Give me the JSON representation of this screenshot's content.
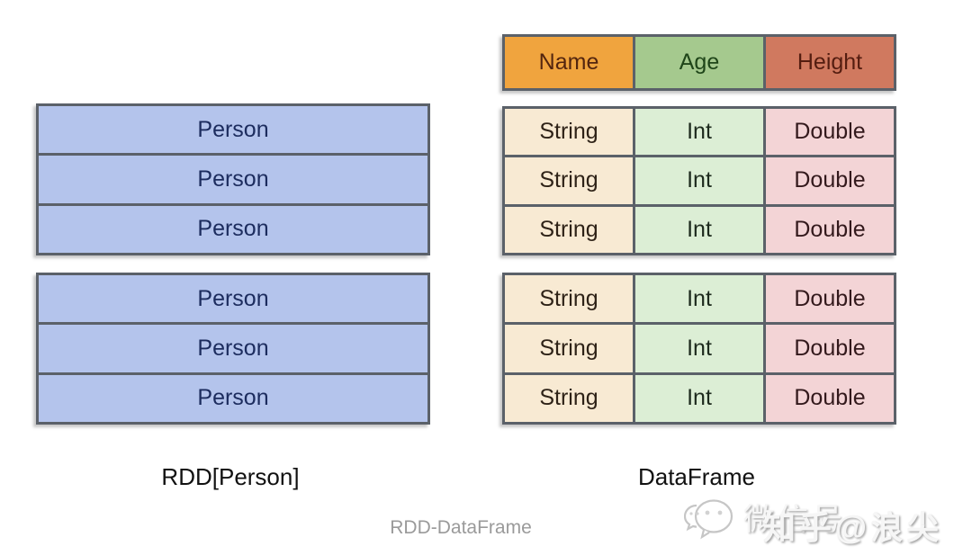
{
  "diagram": {
    "left_panel": {
      "label": "RDD[Person]",
      "groups": [
        {
          "rows": [
            "Person",
            "Person",
            "Person"
          ]
        },
        {
          "rows": [
            "Person",
            "Person",
            "Person"
          ]
        }
      ]
    },
    "right_panel": {
      "label": "DataFrame",
      "header": [
        "Name",
        "Age",
        "Height"
      ],
      "groups": [
        {
          "rows": [
            [
              "String",
              "Int",
              "Double"
            ],
            [
              "String",
              "Int",
              "Double"
            ],
            [
              "String",
              "Int",
              "Double"
            ]
          ]
        },
        {
          "rows": [
            [
              "String",
              "Int",
              "Double"
            ],
            [
              "String",
              "Int",
              "Double"
            ],
            [
              "String",
              "Int",
              "Double"
            ]
          ]
        }
      ]
    },
    "caption": "RDD-DataFrame",
    "watermark": {
      "icon": "wechat-icon",
      "wechat_label": "微信号",
      "zhihu_label": "知乎@浪尖"
    },
    "colors": {
      "border": "#5b6169",
      "person_fill": "#b4c4ec",
      "person_text": "#1c2c5e",
      "name_header_fill": "#f0a43e",
      "age_header_fill": "#a5c98e",
      "height_header_fill": "#d0795f",
      "string_fill": "#f8ead3",
      "int_fill": "#dceed5",
      "double_fill": "#f3d4d6",
      "caption_text": "#9a9a9a"
    }
  }
}
